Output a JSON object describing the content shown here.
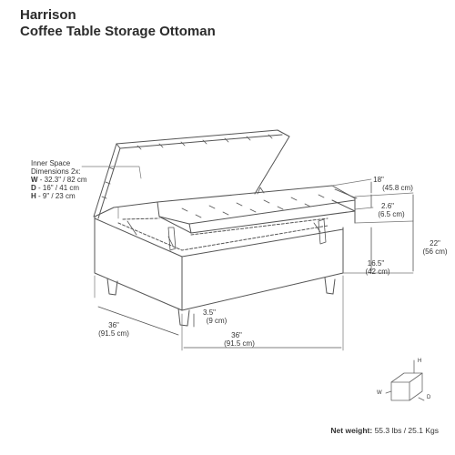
{
  "header": {
    "line1": "Harrison",
    "line2": "Coffee Table Storage Ottoman"
  },
  "inner_space": {
    "title_line1": "Inner Space",
    "title_line2": "Dimensions 2x:",
    "w_key": "W",
    "w_val": " - 32.3\" / 82 cm",
    "d_key": "D",
    "d_val": " - 16\" / 41 cm",
    "h_key": "H",
    "h_val": " - 9\" / 23 cm"
  },
  "dimensions": {
    "tray_width": "18\"",
    "tray_width_cm": "(45.8 cm)",
    "tray_thickness": "2.6\"",
    "tray_thickness_cm": "(6.5 cm)",
    "total_height": "22\"",
    "total_height_cm": "(56 cm)",
    "seat_height": "16.5\"",
    "seat_height_cm": "(42 cm)",
    "leg_height": "3.5\"",
    "leg_height_cm": "(9 cm)",
    "depth": "36\"",
    "depth_cm": "(91.5 cm)",
    "width": "36\"",
    "width_cm": "(91.5 cm)"
  },
  "axis_cube": {
    "h": "H",
    "w": "W",
    "d": "D"
  },
  "footer": {
    "label": "Net weight:",
    "value": " 55.3 lbs / 25.1 Kgs"
  },
  "colors": {
    "line": "#555555",
    "text": "#333333"
  }
}
